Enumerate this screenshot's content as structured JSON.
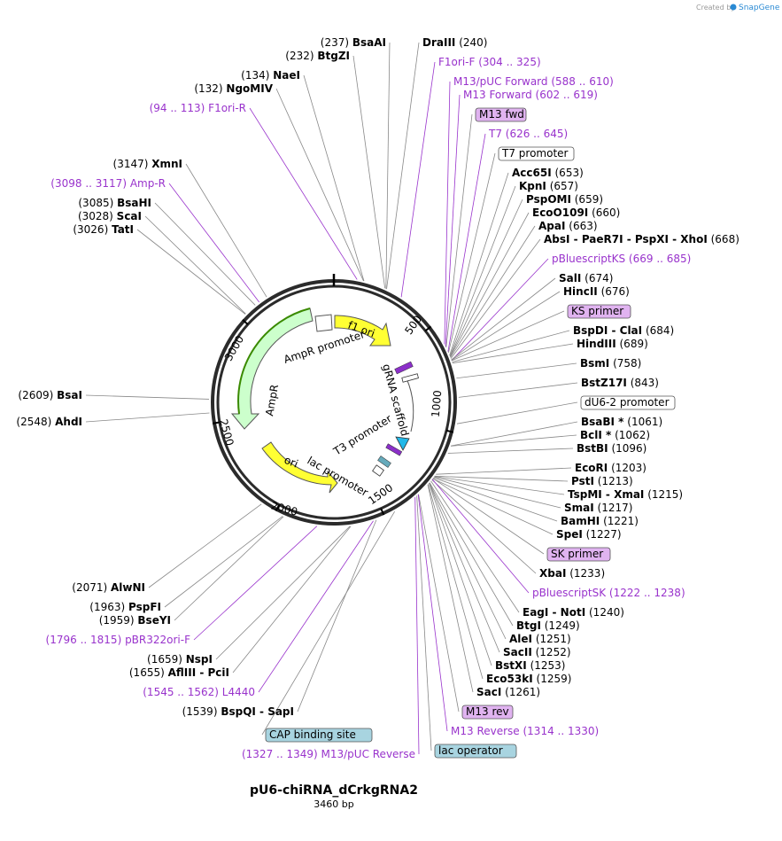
{
  "watermark": {
    "created_by": "Created by",
    "brand": "SnapGene"
  },
  "plasmid": {
    "name": "pU6-chiRNA_dCrkgRNA2",
    "length_label": "3460 bp",
    "length": 3460
  },
  "ticks": [
    "500",
    "1000",
    "1500",
    "2000",
    "2500",
    "3000"
  ],
  "features": [
    {
      "name": "f1 ori",
      "color": "#ffff33"
    },
    {
      "name": "AmpR promoter",
      "color": "#ffffff"
    },
    {
      "name": "AmpR",
      "color": "#ccffcc"
    },
    {
      "name": "ori",
      "color": "#ffff33"
    },
    {
      "name": "gRNA scaffold",
      "color": "#ffffff"
    },
    {
      "name": "T3 promoter",
      "color": "#ffffff"
    },
    {
      "name": "lac promoter",
      "color": "#ffffff"
    }
  ],
  "left_labels": [
    {
      "name": "BsaAI",
      "pos": "(237)",
      "type": "enzyme"
    },
    {
      "name": "BtgZI",
      "pos": "(232)",
      "type": "enzyme"
    },
    {
      "name": "NaeI",
      "pos": "(134)",
      "type": "enzyme"
    },
    {
      "name": "NgoMIV",
      "pos": "(132)",
      "type": "enzyme"
    },
    {
      "name": "F1ori-R",
      "pos": "(94 .. 113)",
      "type": "primer"
    },
    {
      "name": "XmnI",
      "pos": "(3147)",
      "type": "enzyme"
    },
    {
      "name": "Amp-R",
      "pos": "(3098 .. 3117)",
      "type": "primer"
    },
    {
      "name": "BsaHI",
      "pos": "(3085)",
      "type": "enzyme"
    },
    {
      "name": "ScaI",
      "pos": "(3028)",
      "type": "enzyme"
    },
    {
      "name": "TatI",
      "pos": "(3026)",
      "type": "enzyme"
    },
    {
      "name": "BsaI",
      "pos": "(2609)",
      "type": "enzyme"
    },
    {
      "name": "AhdI",
      "pos": "(2548)",
      "type": "enzyme"
    },
    {
      "name": "AlwNI",
      "pos": "(2071)",
      "type": "enzyme"
    },
    {
      "name": "PspFI",
      "pos": "(1963)",
      "type": "enzyme"
    },
    {
      "name": "BseYI",
      "pos": "(1959)",
      "type": "enzyme"
    },
    {
      "name": "pBR322ori-F",
      "pos": "(1796 .. 1815)",
      "type": "primer"
    },
    {
      "name": "NspI",
      "pos": "(1659)",
      "type": "enzyme"
    },
    {
      "name": "AflIII  -  PciI",
      "pos": "(1655)",
      "type": "enzyme"
    },
    {
      "name": "L4440",
      "pos": "(1545 .. 1562)",
      "type": "primer"
    },
    {
      "name": "BspQI  -  SapI",
      "pos": "(1539)",
      "type": "enzyme"
    }
  ],
  "right_labels": [
    {
      "name": "DraIII",
      "pos": "(240)",
      "type": "enzyme"
    },
    {
      "name": "F1ori-F",
      "pos": "(304 .. 325)",
      "type": "primer"
    },
    {
      "name": "M13/pUC Forward",
      "pos": "(588 .. 610)",
      "type": "primer"
    },
    {
      "name": "M13 Forward",
      "pos": "(602 .. 619)",
      "type": "primer"
    },
    {
      "name": "M13 fwd",
      "pos": "",
      "type": "boxed-primer"
    },
    {
      "name": "T7",
      "pos": "(626 .. 645)",
      "type": "primer"
    },
    {
      "name": "T7 promoter",
      "pos": "",
      "type": "boxed-feature"
    },
    {
      "name": "Acc65I",
      "pos": "(653)",
      "type": "enzyme"
    },
    {
      "name": "KpnI",
      "pos": "(657)",
      "type": "enzyme"
    },
    {
      "name": "PspOMI",
      "pos": "(659)",
      "type": "enzyme"
    },
    {
      "name": "EcoO109I",
      "pos": "(660)",
      "type": "enzyme"
    },
    {
      "name": "ApaI",
      "pos": "(663)",
      "type": "enzyme"
    },
    {
      "name": "AbsI  -  PaeR7I  -  PspXI  -  XhoI",
      "pos": "(668)",
      "type": "enzyme"
    },
    {
      "name": "pBluescriptKS",
      "pos": "(669 .. 685)",
      "type": "primer"
    },
    {
      "name": "SalI",
      "pos": "(674)",
      "type": "enzyme"
    },
    {
      "name": "HincII",
      "pos": "(676)",
      "type": "enzyme"
    },
    {
      "name": "KS primer",
      "pos": "",
      "type": "boxed-primer"
    },
    {
      "name": "BspDI  -  ClaI",
      "pos": "(684)",
      "type": "enzyme"
    },
    {
      "name": "HindIII",
      "pos": "(689)",
      "type": "enzyme"
    },
    {
      "name": "BsmI",
      "pos": "(758)",
      "type": "enzyme"
    },
    {
      "name": "BstZ17I",
      "pos": "(843)",
      "type": "enzyme"
    },
    {
      "name": "dU6-2 promoter",
      "pos": "",
      "type": "boxed-feature"
    },
    {
      "name": "BsaBI *",
      "pos": "(1061)",
      "type": "enzyme"
    },
    {
      "name": "BclI *",
      "pos": "(1062)",
      "type": "enzyme"
    },
    {
      "name": "BstBI",
      "pos": "(1096)",
      "type": "enzyme"
    },
    {
      "name": "EcoRI",
      "pos": "(1203)",
      "type": "enzyme"
    },
    {
      "name": "PstI",
      "pos": "(1213)",
      "type": "enzyme"
    },
    {
      "name": "TspMI  -  XmaI",
      "pos": "(1215)",
      "type": "enzyme"
    },
    {
      "name": "SmaI",
      "pos": "(1217)",
      "type": "enzyme"
    },
    {
      "name": "BamHI",
      "pos": "(1221)",
      "type": "enzyme"
    },
    {
      "name": "SpeI",
      "pos": "(1227)",
      "type": "enzyme"
    },
    {
      "name": "SK primer",
      "pos": "",
      "type": "boxed-primer"
    },
    {
      "name": "XbaI",
      "pos": "(1233)",
      "type": "enzyme"
    },
    {
      "name": "pBluescriptSK",
      "pos": "(1222 .. 1238)",
      "type": "primer"
    },
    {
      "name": "EagI  -  NotI",
      "pos": "(1240)",
      "type": "enzyme"
    },
    {
      "name": "BtgI",
      "pos": "(1249)",
      "type": "enzyme"
    },
    {
      "name": "AleI",
      "pos": "(1251)",
      "type": "enzyme"
    },
    {
      "name": "SacII",
      "pos": "(1252)",
      "type": "enzyme"
    },
    {
      "name": "BstXI",
      "pos": "(1253)",
      "type": "enzyme"
    },
    {
      "name": "Eco53kI",
      "pos": "(1259)",
      "type": "enzyme"
    },
    {
      "name": "SacI",
      "pos": "(1261)",
      "type": "enzyme"
    },
    {
      "name": "M13 rev",
      "pos": "",
      "type": "boxed-primer"
    },
    {
      "name": "M13 Reverse",
      "pos": "(1314 .. 1330)",
      "type": "primer"
    },
    {
      "name": "lac operator",
      "pos": "",
      "type": "boxed-blue"
    }
  ],
  "bottom_labels": [
    {
      "name": "CAP binding site",
      "pos": "",
      "type": "boxed-blue"
    },
    {
      "name": "M13/pUC Reverse",
      "pos": "(1327 .. 1349)",
      "type": "primer"
    }
  ]
}
